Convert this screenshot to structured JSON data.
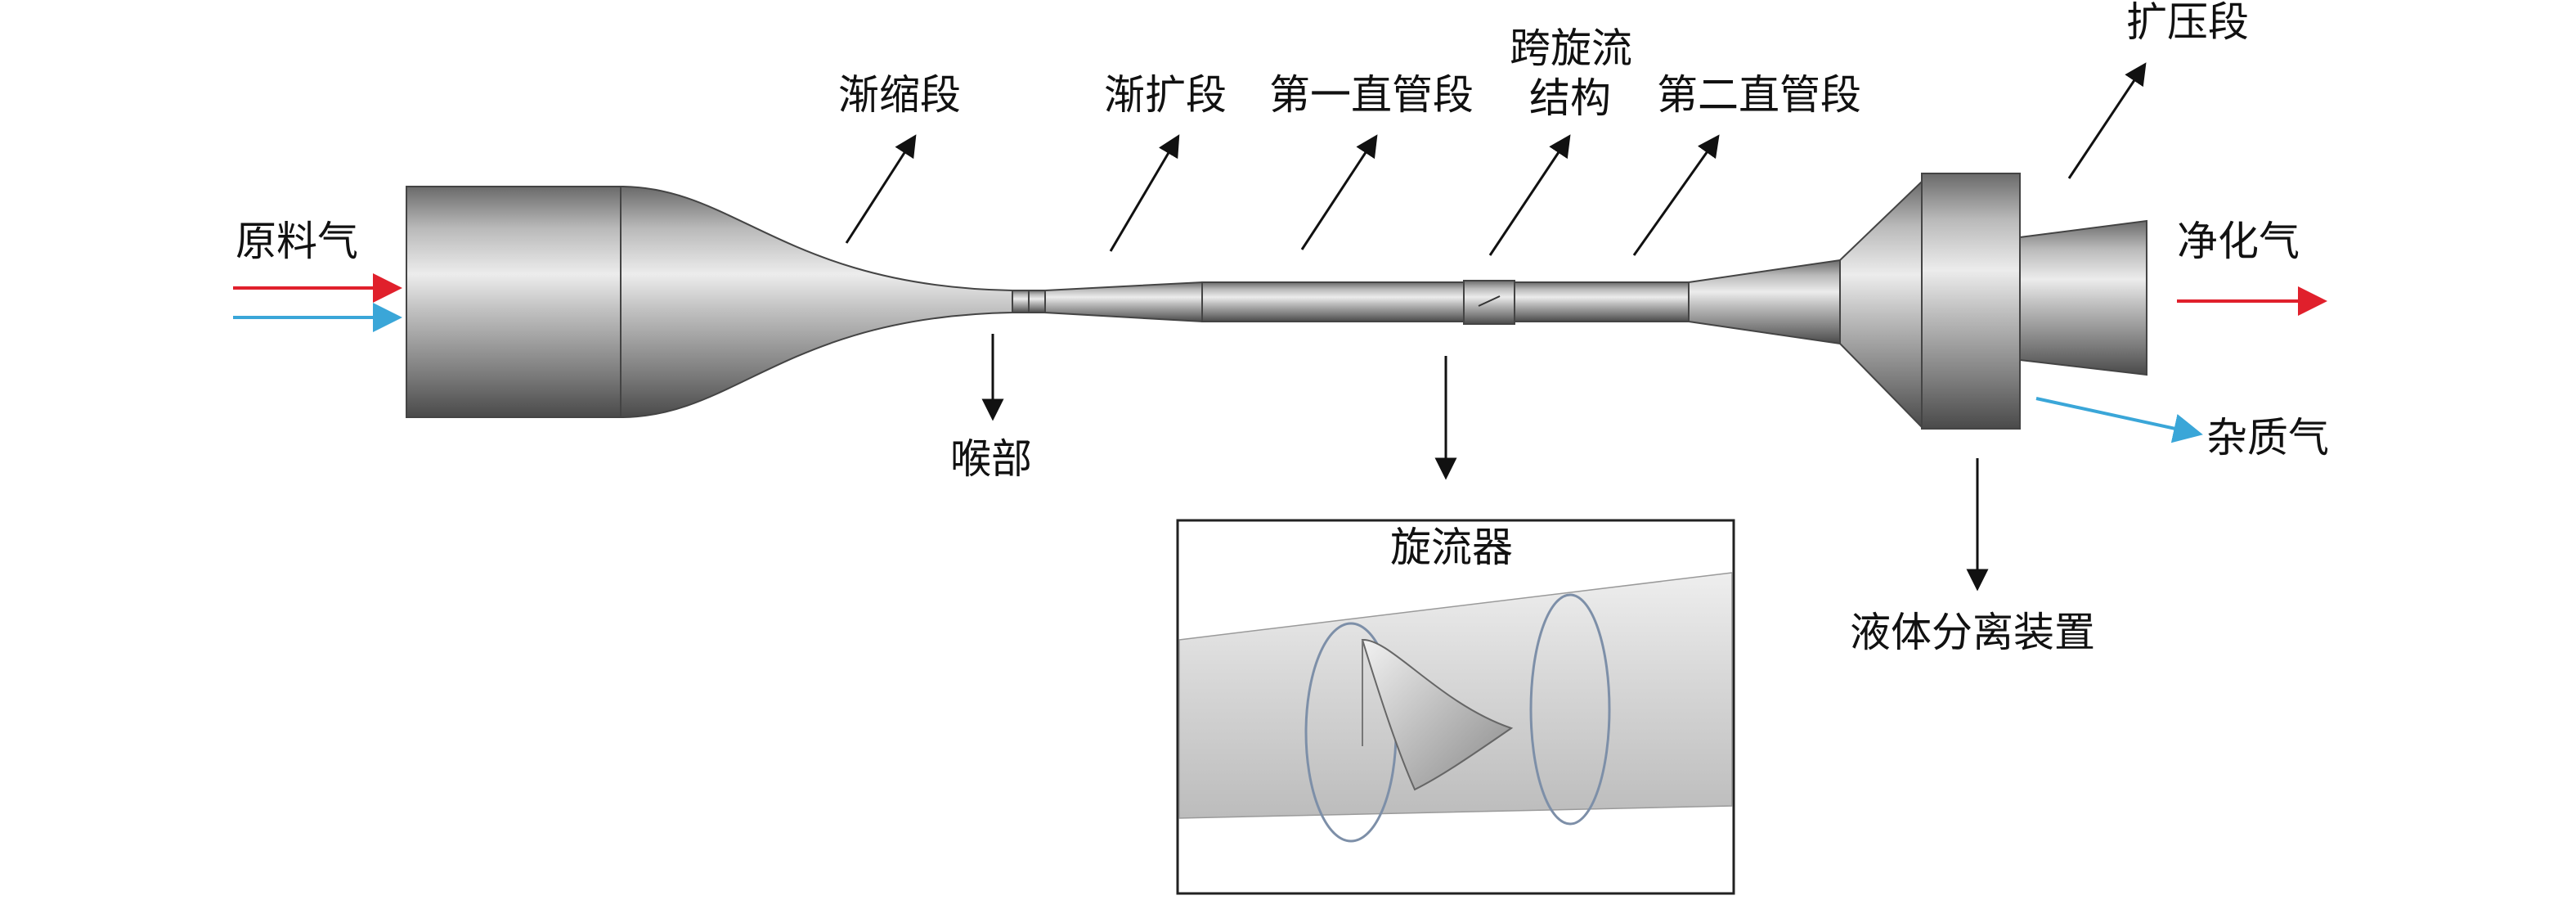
{
  "labels": {
    "feed_gas": "原料气",
    "convergent_section": "渐缩段",
    "divergent_section": "渐扩段",
    "first_straight_pipe": "第一直管段",
    "cross_swirl_structure_line1": "跨旋流",
    "cross_swirl_structure_line2": "结构",
    "second_straight_pipe": "第二直管段",
    "diffuser_section": "扩压段",
    "purified_gas": "净化气",
    "throat": "喉部",
    "impurity_gas": "杂质气",
    "liquid_separator": "液体分离装置",
    "swirler": "旋流器"
  },
  "colors": {
    "gas_red": "#e0202c",
    "gas_blue": "#3aa6d8",
    "metal_dark": "#5e5e5e",
    "metal_light": "#d6d6d6",
    "inset_pipe": "#d9d9d9",
    "inset_ring": "#7d8fa8",
    "text": "#111111"
  }
}
